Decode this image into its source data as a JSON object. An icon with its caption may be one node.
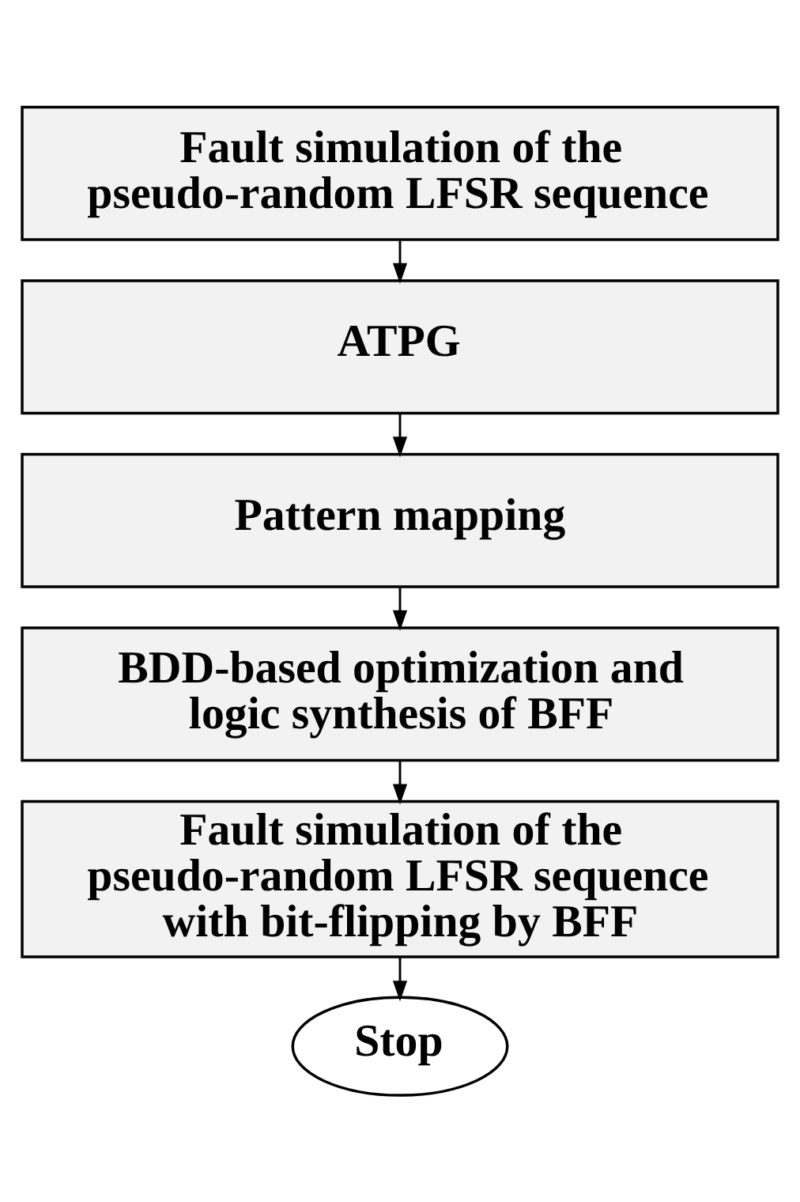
{
  "diagram": {
    "nodes": [
      {
        "text": [
          "Fault simulation of the pseudo-random LFSR sequence"
        ]
      },
      {
        "text": [
          "ATPG"
        ]
      },
      {
        "text": [
          "Pattern mapping"
        ]
      },
      {
        "text": [
          "BDD-based optimization and logic synthesis of BFF"
        ]
      },
      {
        "text": [
          "Fault simulation of the pseudo-random LFSR sequence with bit-flipping by BFF"
        ]
      },
      {
        "text": [
          "Stop"
        ]
      }
    ],
    "edges": [
      {
        "from": 0,
        "to": 1,
        "arrow": "to"
      },
      {
        "from": 1,
        "to": 2,
        "arrow": "to"
      },
      {
        "from": 2,
        "to": 3,
        "arrow": "to"
      },
      {
        "from": 3,
        "to": 4,
        "arrow": "to"
      },
      {
        "from": 4,
        "to": 5,
        "arrow": "to"
      }
    ]
  }
}
